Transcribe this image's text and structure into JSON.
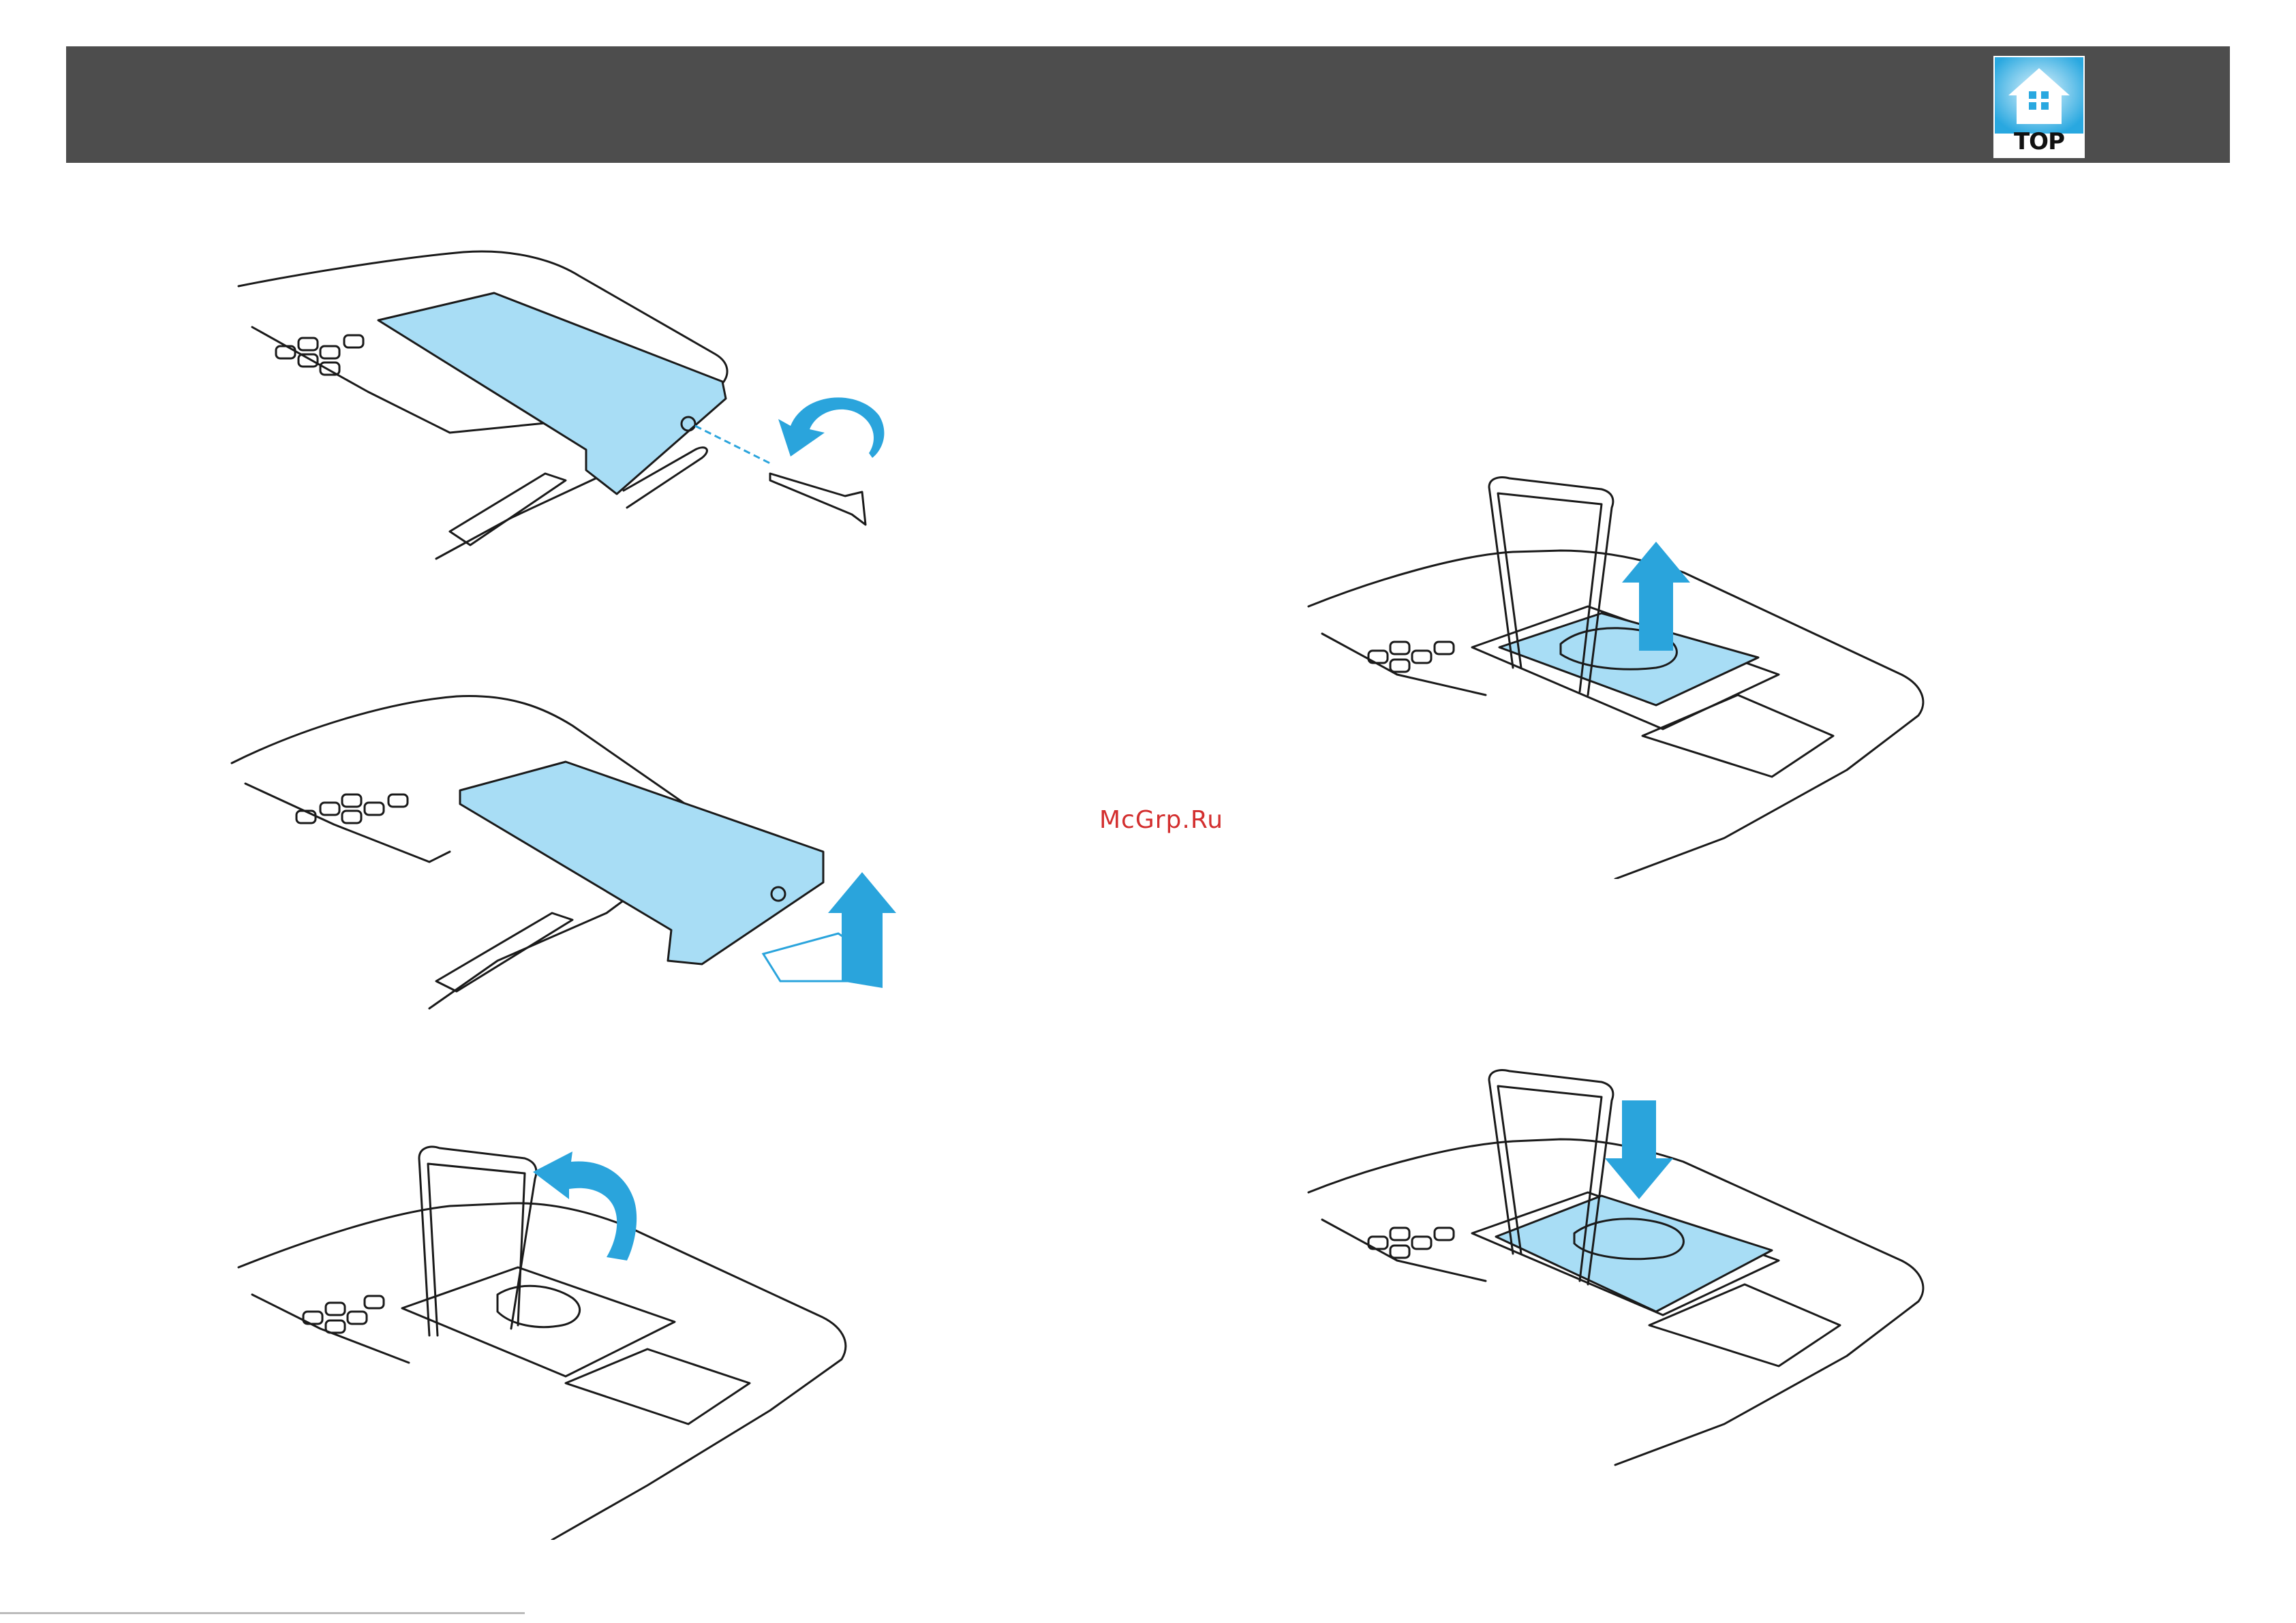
{
  "header": {
    "top_button": {
      "label": "TOP",
      "icon": "house-home-icon"
    }
  },
  "watermark": {
    "text": "McGrp.Ru"
  },
  "colors": {
    "header_bg": "#4d4d4d",
    "highlight": "#a8ddf5",
    "arrow": "#2aa4dc",
    "watermark": "#d32f2f"
  },
  "figures": [
    {
      "id": "loosen-cover-screw",
      "icon": "rotate-arrow-icon"
    },
    {
      "id": "slide-lift-lamp-cover",
      "icon": "up-arrow-icon"
    },
    {
      "id": "raise-lamp-handle",
      "icon": "curved-arrow-icon"
    },
    {
      "id": "pull-out-lamp",
      "icon": "up-arrow-icon"
    },
    {
      "id": "insert-new-lamp",
      "icon": "down-arrow-icon"
    }
  ]
}
